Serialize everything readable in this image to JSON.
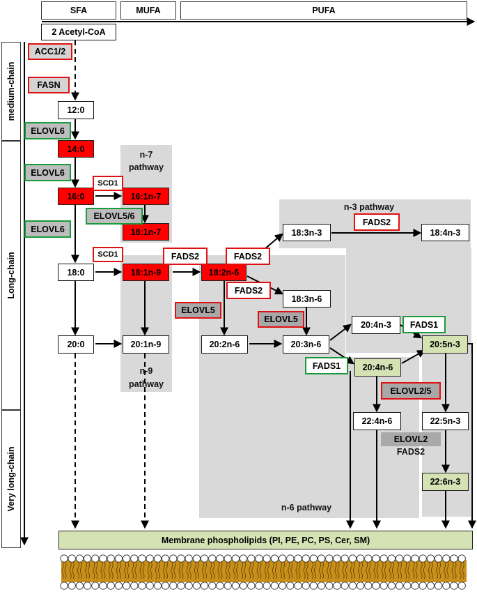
{
  "headers": {
    "sfa": "SFA",
    "mufa": "MUFA",
    "pufa": "PUFA"
  },
  "side": {
    "medium": "medium-chain",
    "long": "Long-chain",
    "very_long": "Very long-chain"
  },
  "precursor": "2 Acetyl-CoA",
  "fatty_acids": {
    "c12": "12:0",
    "c14": "14:0",
    "c16": "16:0",
    "c18": "18:0",
    "c20": "20:0",
    "c16_1n7": "16:1n-7",
    "c18_1n7": "18:1n-7",
    "c18_1n9": "18:1n-9",
    "c20_1n9": "20:1n-9",
    "c18_2n6": "18:2n-6",
    "c18_3n3": "18:3n-3",
    "c18_4n3": "18:4n-3",
    "c18_3n6": "18:3n-6",
    "c20_2n6": "20:2n-6",
    "c20_3n6": "20:3n-6",
    "c20_4n3": "20:4n-3",
    "c20_5n3": "20:5n-3",
    "c20_4n6": "20:4n-6",
    "c22_4n6": "22:4n-6",
    "c22_5n3": "22:5n-3",
    "c22_6n3": "22:6n-3"
  },
  "enzymes": {
    "acc": "ACC1/2",
    "fasn": "FASN",
    "elovl6_a": "ELOVL6",
    "elovl6_b": "ELOVL6",
    "elovl6_c": "ELOVL6",
    "scd1_a": "SCD1",
    "scd1_b": "SCD1",
    "elovl56": "ELOVL5/6",
    "fads2_a": "FADS2",
    "fads2_b": "FADS2",
    "fads2_c": "FADS2",
    "fads2_d": "FADS2",
    "elovl5_a": "ELOVL5",
    "elovl5_b": "ELOVL5",
    "fads1_a": "FADS1",
    "fads1_b": "FADS1",
    "elovl25": "ELOVL2/5",
    "elovl2": "ELOVL2",
    "fads2_e": "FADS2"
  },
  "pathways": {
    "n7_line1": "n-7",
    "n7_line2": "pathway",
    "n9_line1": "n-9",
    "n9_line2": "pathway",
    "n3": "n-3 pathway",
    "n6": "n-6 pathway"
  },
  "membrane": "Membrane phospholipids (PI, PE, PC, PS, Cer, SM)",
  "colors": {
    "red_fill": "#ff0000",
    "green_fill": "#d4e2b4",
    "grey_region": "#d9d9d9",
    "red_border": "#e01010",
    "green_border": "#1a9a3a",
    "bilayer_gold": "#c8901a"
  }
}
